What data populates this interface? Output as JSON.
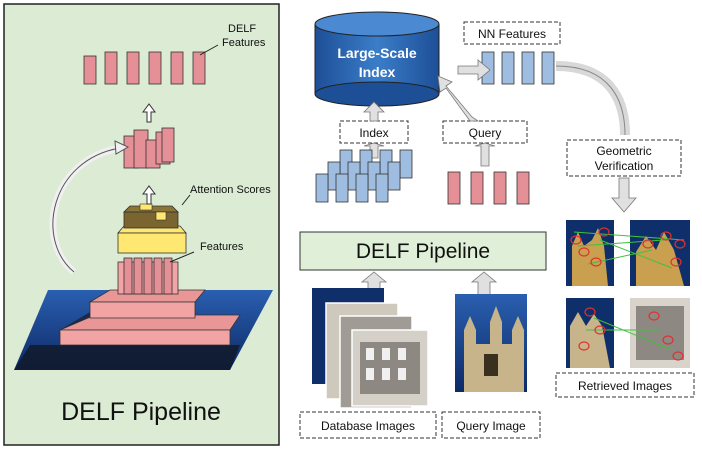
{
  "left_panel": {
    "title": "DELF Pipeline",
    "delf_features_label_line1": "DELF",
    "delf_features_label_line2": "Features",
    "attention_scores_label": "Attention Scores",
    "features_label": "Features"
  },
  "right_panel": {
    "index_cylinder_line1": "Large-Scale",
    "index_cylinder_line2": "Index",
    "nn_features_label": "NN Features",
    "index_label": "Index",
    "query_label": "Query",
    "geometric_verification_line1": "Geometric",
    "geometric_verification_line2": "Verification",
    "pipeline_box_label": "DELF Pipeline",
    "retrieved_images_label": "Retrieved Images",
    "database_images_label": "Database Images",
    "query_image_label": "Query Image"
  },
  "colors": {
    "panel_bg": "#dbebd4",
    "feature_pink": "#e59097",
    "feature_blue": "#9fbde0",
    "attention_yellow": "#ffe872",
    "attention_dark": "#7a6530",
    "pyramid_pink": "#f2a4a4",
    "cylinder_blue": "#2f6db5",
    "pipeline_box_bg": "#e0efd8",
    "arrow_gray": "#d0d0d0",
    "match_red": "#e03030",
    "match_green": "#40c040"
  }
}
